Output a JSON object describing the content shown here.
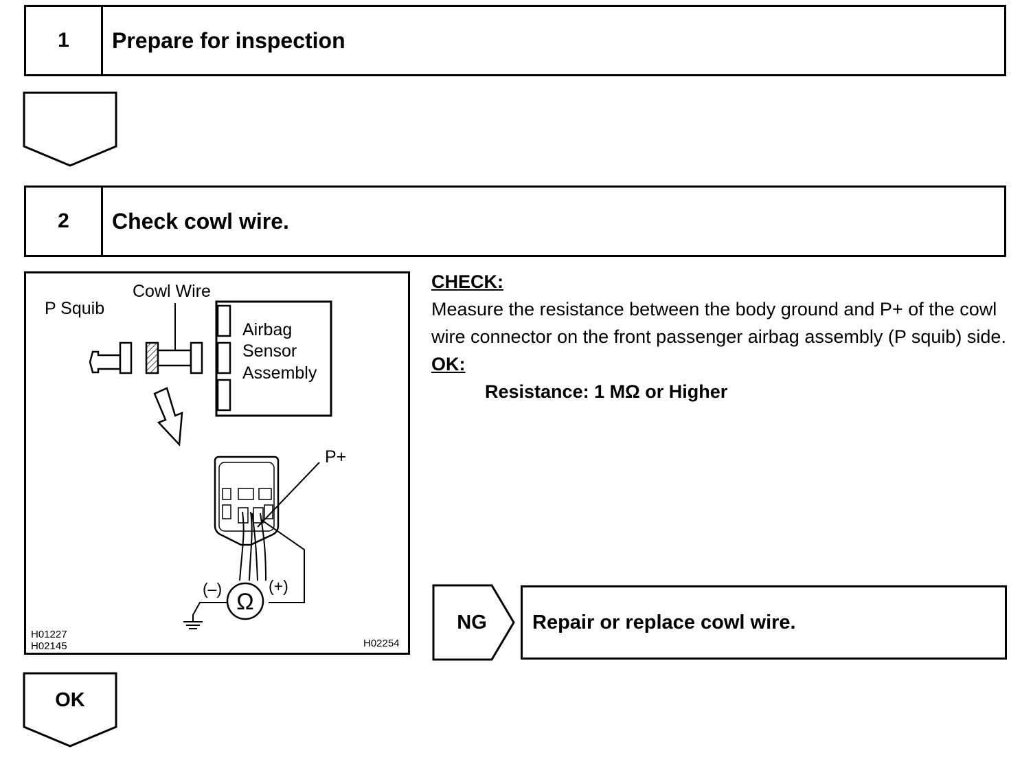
{
  "steps": [
    {
      "number": "1",
      "title": "Prepare for inspection"
    },
    {
      "number": "2",
      "title": "Check cowl wire."
    }
  ],
  "diagram": {
    "label_p_squib": "P Squib",
    "label_cowl_wire": "Cowl Wire",
    "label_airbag_line1": "Airbag",
    "label_airbag_line2": "Sensor",
    "label_airbag_line3": "Assembly",
    "label_p_plus": "P+",
    "label_minus": "(–)",
    "label_plus": "(+)",
    "label_ohm": "Ω",
    "code_left_1": "H01227",
    "code_left_2": "H02145",
    "code_right": "H02254"
  },
  "check": {
    "heading": "CHECK:",
    "body": "Measure the resistance between the body ground and P+ of the cowl wire connector on the front passenger airbag assembly (P squib) side.",
    "ok_heading": "OK:",
    "spec": "Resistance: 1 MΩ or Higher"
  },
  "result_ng": {
    "label": "NG",
    "action": "Repair or replace cowl wire."
  },
  "result_ok": {
    "label": "OK"
  }
}
